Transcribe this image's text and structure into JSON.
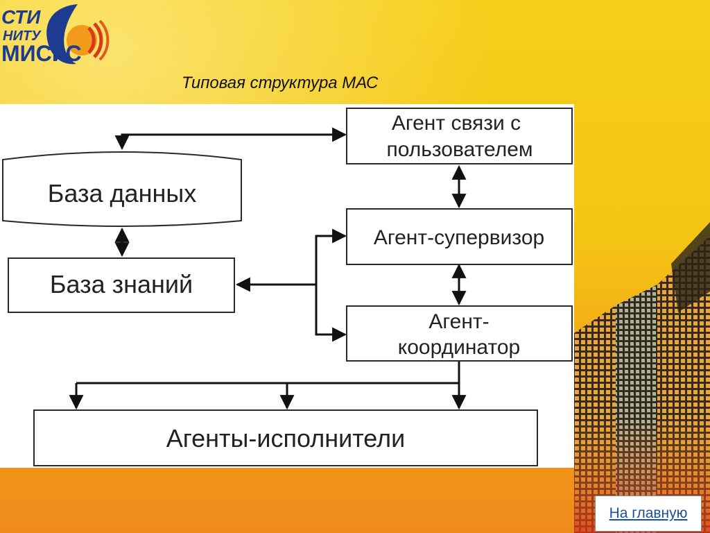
{
  "logo": {
    "line1": "СТИ",
    "line2": "НИТУ",
    "line3": "МИСиС"
  },
  "title": "Типовая структура МАС",
  "diagram": {
    "nodes": {
      "database": "База данных",
      "knowledge_base": "База знаний",
      "comm_agent": [
        "Агент связи с",
        "пользователем"
      ],
      "supervisor": "Агент-супервизор",
      "coordinator": [
        "Агент-",
        "координатор"
      ],
      "executors": "Агенты-исполнители"
    },
    "edges": [
      {
        "from": "database",
        "to": "comm_agent",
        "kind": "bidirectional"
      },
      {
        "from": "comm_agent",
        "to": "supervisor",
        "kind": "bidirectional"
      },
      {
        "from": "database",
        "to": "knowledge_base",
        "kind": "bidirectional"
      },
      {
        "from": "supervisor",
        "to": "coordinator",
        "kind": "bidirectional"
      },
      {
        "from": "knowledge_base",
        "to": "supervisor",
        "kind": "directed-both"
      },
      {
        "from": "knowledge_base",
        "to": "coordinator",
        "kind": "directed-both"
      },
      {
        "from": "coordinator",
        "to": "executors",
        "kind": "fan-out",
        "count": 3
      }
    ]
  },
  "nav": {
    "home_link": "На главную"
  },
  "colors": {
    "background_top": "#f6cf1c",
    "background_bottom": "#f08a1c",
    "logo_blue": "#1d3b8f",
    "link": "#1a4fa0"
  }
}
